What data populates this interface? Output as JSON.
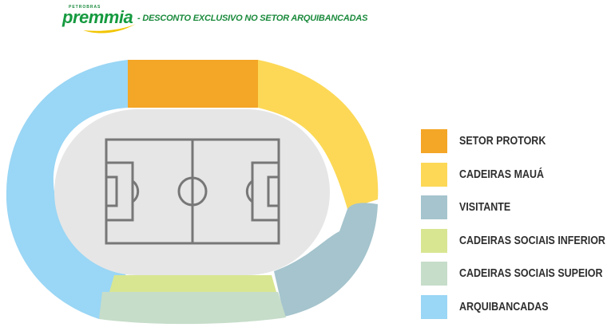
{
  "header": {
    "brand_small": "PETROBRAS",
    "brand_main": "premmia",
    "tagline": "- DESCONTO EXCLUSIVO NO SETOR ARQUIBANCADAS"
  },
  "legend": [
    {
      "label": "SETOR PROTORK",
      "color": "#f4a626"
    },
    {
      "label": "CADEIRAS MAUÁ",
      "color": "#fcd856"
    },
    {
      "label": "VISITANTE",
      "color": "#a5c4cd"
    },
    {
      "label": "CADEIRAS SOCIAIS INFERIOR",
      "color": "#d8e692"
    },
    {
      "label": "CADEIRAS SOCIAIS SUPEIOR",
      "color": "#c6ddc9"
    },
    {
      "label": "ARQUIBANCADAS",
      "color": "#9ad6f5"
    }
  ],
  "colors": {
    "field": "#e6e6e6",
    "field_lines": "#777777"
  },
  "icons": {
    "swoosh": "brand-swoosh-icon"
  }
}
